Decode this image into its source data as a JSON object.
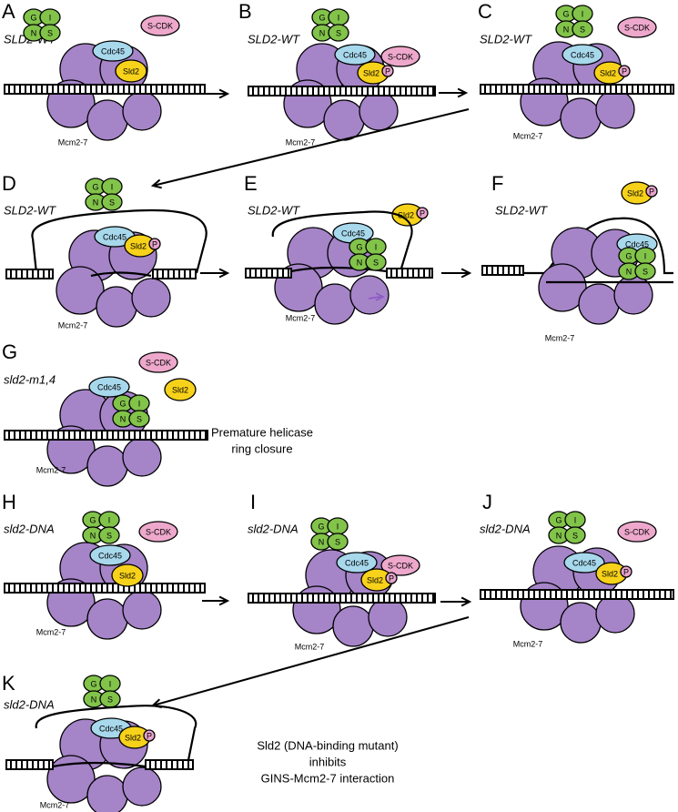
{
  "labels": {
    "gins_letters": [
      "G",
      "I",
      "N",
      "S"
    ],
    "cdc45": "Cdc45",
    "sld2": "Sld2",
    "phospho": "P",
    "scdk": "S-CDK",
    "mcm": "Mcm2-7"
  },
  "panels": [
    {
      "letter": "A",
      "genotype": "SLD2-WT"
    },
    {
      "letter": "B",
      "genotype": "SLD2-WT"
    },
    {
      "letter": "C",
      "genotype": "SLD2-WT"
    },
    {
      "letter": "D",
      "genotype": "SLD2-WT"
    },
    {
      "letter": "E",
      "genotype": "SLD2-WT"
    },
    {
      "letter": "F",
      "genotype": "SLD2-WT"
    },
    {
      "letter": "G",
      "genotype": "sld2-m1,4"
    },
    {
      "letter": "H",
      "genotype": "sld2-DNA"
    },
    {
      "letter": "I",
      "genotype": "sld2-DNA"
    },
    {
      "letter": "J",
      "genotype": "sld2-DNA"
    },
    {
      "letter": "K",
      "genotype": "sld2-DNA"
    }
  ],
  "notes": {
    "premature": [
      "Premature helicase",
      "ring closure"
    ],
    "inhibits": [
      "Sld2 (DNA-binding mutant)",
      "inhibits",
      "GINS-Mcm2-7 interaction"
    ]
  },
  "colors": {
    "mcm": "#a584c8",
    "cdc45": "#a7d8ec",
    "sld2": "#f7d21a",
    "gins": "#82c34a",
    "scdk": "#eda8cc",
    "phospho": "#e7a3cc",
    "arrow_purple": "#8a55c4"
  }
}
